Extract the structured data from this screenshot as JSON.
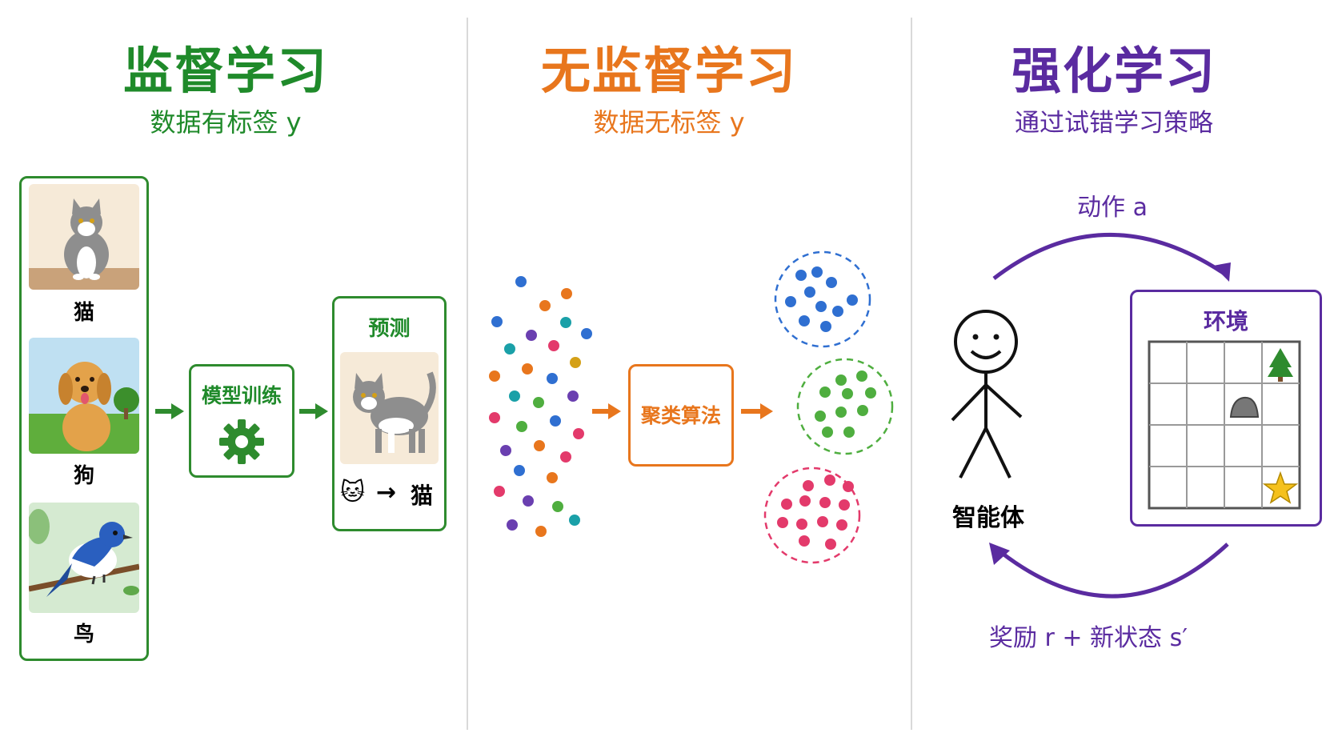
{
  "sections": {
    "supervised": {
      "title": "监督学习",
      "subtitle": "数据有标签 y",
      "samples": [
        "猫",
        "狗",
        "鸟"
      ],
      "train_label": "模型训练",
      "predict_label": "预测",
      "predict_result_arrow": "→",
      "predict_result": "猫",
      "predict_emoji": "🐱",
      "color": "#1f8a2a"
    },
    "unsupervised": {
      "title": "无监督学习",
      "subtitle": "数据无标签 y",
      "cluster_label": "聚类算法",
      "color": "#e8761d"
    },
    "reinforcement": {
      "title": "强化学习",
      "subtitle": "通过试错学习策略",
      "action_label": "动作 a",
      "environment_label": "环境",
      "agent_label": "智能体",
      "reward_label": "奖励 r + 新状态 s′",
      "color": "#5a2ba0"
    }
  }
}
